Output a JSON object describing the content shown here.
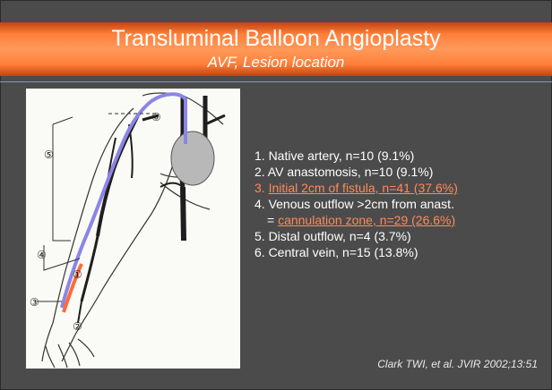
{
  "slide": {
    "title": "Transluminal Balloon Angioplasty",
    "subtitle": "AVF, Lesion location",
    "citation": "Clark TWI, et al. JVIR 2002;13:51"
  },
  "figure": {
    "markers": [
      "①",
      "②",
      "③",
      "④",
      "⑤",
      "⑥"
    ],
    "colors": {
      "vein_path": "#8a85e6",
      "fistula_segment": "#ff6a3a"
    }
  },
  "list": {
    "items": [
      {
        "text": "1.  Native artery, n=10 (9.1%)"
      },
      {
        "text": "2.  AV anastomosis, n=10 (9.1%)"
      },
      {
        "prefix": "3.  ",
        "highlight": "Initial 2cm of fistula, n=41 (37.6%)"
      },
      {
        "text": "4.  Venous outflow >2cm from anast."
      },
      {
        "prefix": "= ",
        "highlight": "cannulation zone, n=29 (26.6%)"
      },
      {
        "text": "5. Distal outflow, n=4 (3.7%)"
      },
      {
        "text": "6. Central vein, n=15 (13.8%)"
      }
    ]
  },
  "colors": {
    "accent": "#ff8a5a",
    "title_band": "#ff7f3a",
    "background": "#4b4b4b"
  }
}
